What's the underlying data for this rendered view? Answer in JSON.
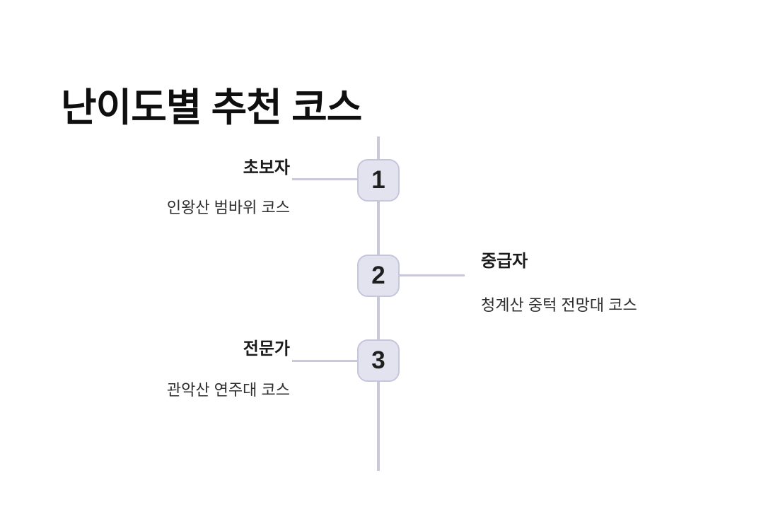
{
  "page": {
    "title": "난이도별 추천 코스",
    "background_color": "#ffffff"
  },
  "timeline": {
    "orientation": "vertical",
    "line_color": "#c9c9da",
    "node_fill_color": "#e3e3f0",
    "node_border_color": "#c5c5db",
    "node_number_color": "#1f1f1f",
    "steps": [
      {
        "number": "1",
        "side": "left",
        "level": "초보자",
        "course": "인왕산 범바위 코스"
      },
      {
        "number": "2",
        "side": "right",
        "level": "중급자",
        "course": "청계산 중턱 전망대 코스"
      },
      {
        "number": "3",
        "side": "left",
        "level": "전문가",
        "course": "관악산 연주대 코스"
      }
    ]
  }
}
